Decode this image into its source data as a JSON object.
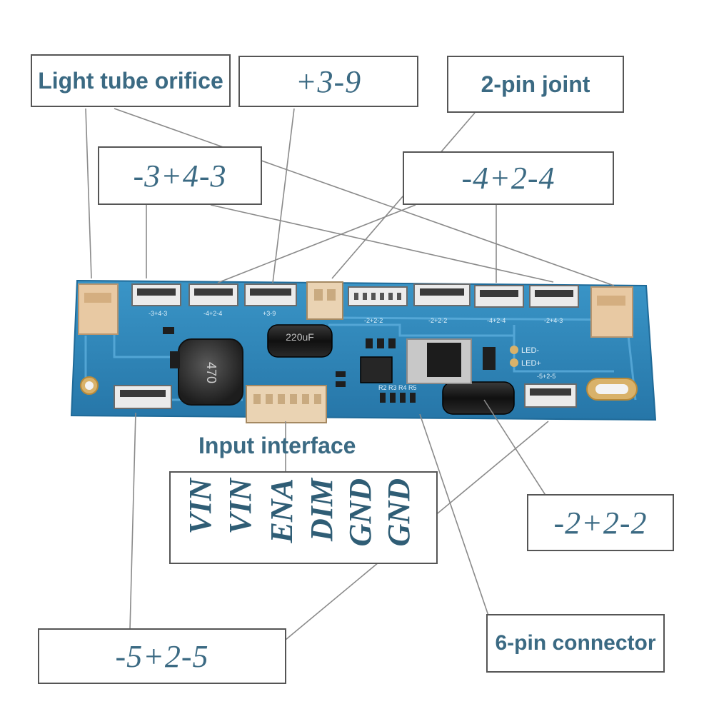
{
  "labels": {
    "light_tube_orifice": "Light tube orifice",
    "plus_3_9": "+3-9",
    "two_pin_joint": "2-pin joint",
    "minus_3_4_3": "-3+4-3",
    "minus_4_2_4": "-4+2-4",
    "input_interface": "Input interface",
    "minus_2_2_2": "-2+2-2",
    "six_pin_connector": "6-pin connector",
    "minus_5_2_5": "-5+2-5"
  },
  "pins": [
    "VIN",
    "VIN",
    "ENA",
    "DIM",
    "GND",
    "GND"
  ],
  "board": {
    "silk": {
      "c1": "-3+4-3",
      "c2": "-4+2-4",
      "c3": "+3-9",
      "c4": "-2+2-2",
      "c5": "-2+2-2",
      "c6": "-4+2-4",
      "c7": "-2+4-3",
      "c8": "-5+2-5",
      "led_minus": "LED-",
      "led_plus": "LED+",
      "inductor": "470",
      "cap": "220uF",
      "resistors": "R2 R3 R4 R5"
    }
  },
  "colors": {
    "pcb": "#2f86b8",
    "label_text": "#3b6a83",
    "leader_line": "#8a8a8a"
  }
}
